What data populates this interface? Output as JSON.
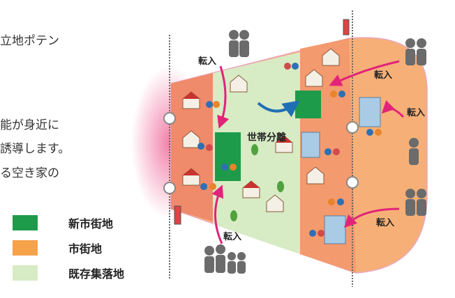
{
  "body_text": {
    "line1": "立地ポテン",
    "line2": "能が身近に",
    "line3": "誘導します。",
    "line4": "る空き家の"
  },
  "legend": [
    {
      "label": "新市街地",
      "color": "#1e9b4a"
    },
    {
      "label": "市街地",
      "color": "#f5a24b"
    },
    {
      "label": "既存集落地",
      "color": "#d7ebc4"
    }
  ],
  "diagram": {
    "move_in_label": "転入",
    "household_split_label": "世帯分離"
  }
}
